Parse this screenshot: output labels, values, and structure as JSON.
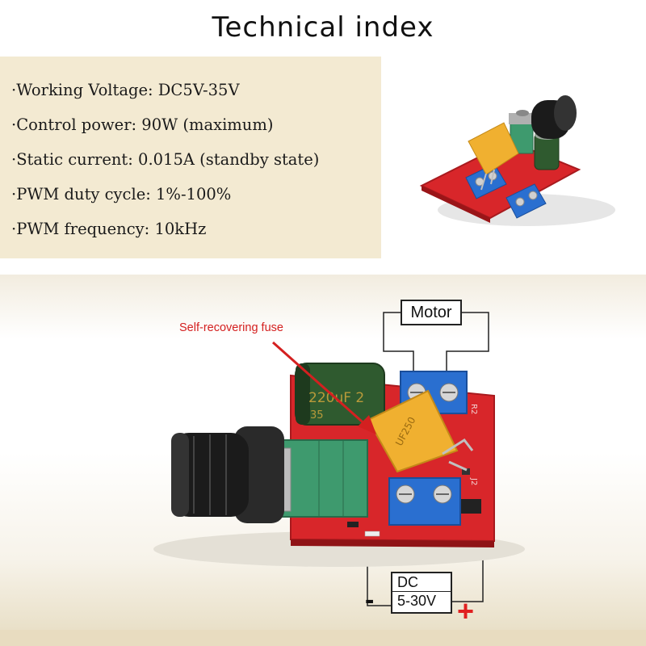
{
  "title": "Technical index",
  "specs": [
    "·Working Voltage: DC5V-35V",
    "·Control power: 90W (maximum)",
    "·Static current: 0.015A (standby state)",
    "·PWM duty cycle: 1%-100%",
    "·PWM frequency: 10kHz"
  ],
  "diagram": {
    "motor_label": "Motor",
    "fuse_label": "Self-recovering fuse",
    "dc_label_line1": "DC",
    "dc_label_line2": "5-30V",
    "minus_sign": "-",
    "plus_sign": "+"
  },
  "colors": {
    "panel_bg": "#f3ead2",
    "pcb_red": "#d8262a",
    "terminal_blue": "#2a6fd0",
    "fuse_yellow": "#f0b030",
    "capacitor_green": "#2f5a2f",
    "pot_green": "#3e9a6e",
    "knob_black": "#1b1b1b",
    "arrow_red": "#d42020",
    "plus_red": "#e02020"
  }
}
